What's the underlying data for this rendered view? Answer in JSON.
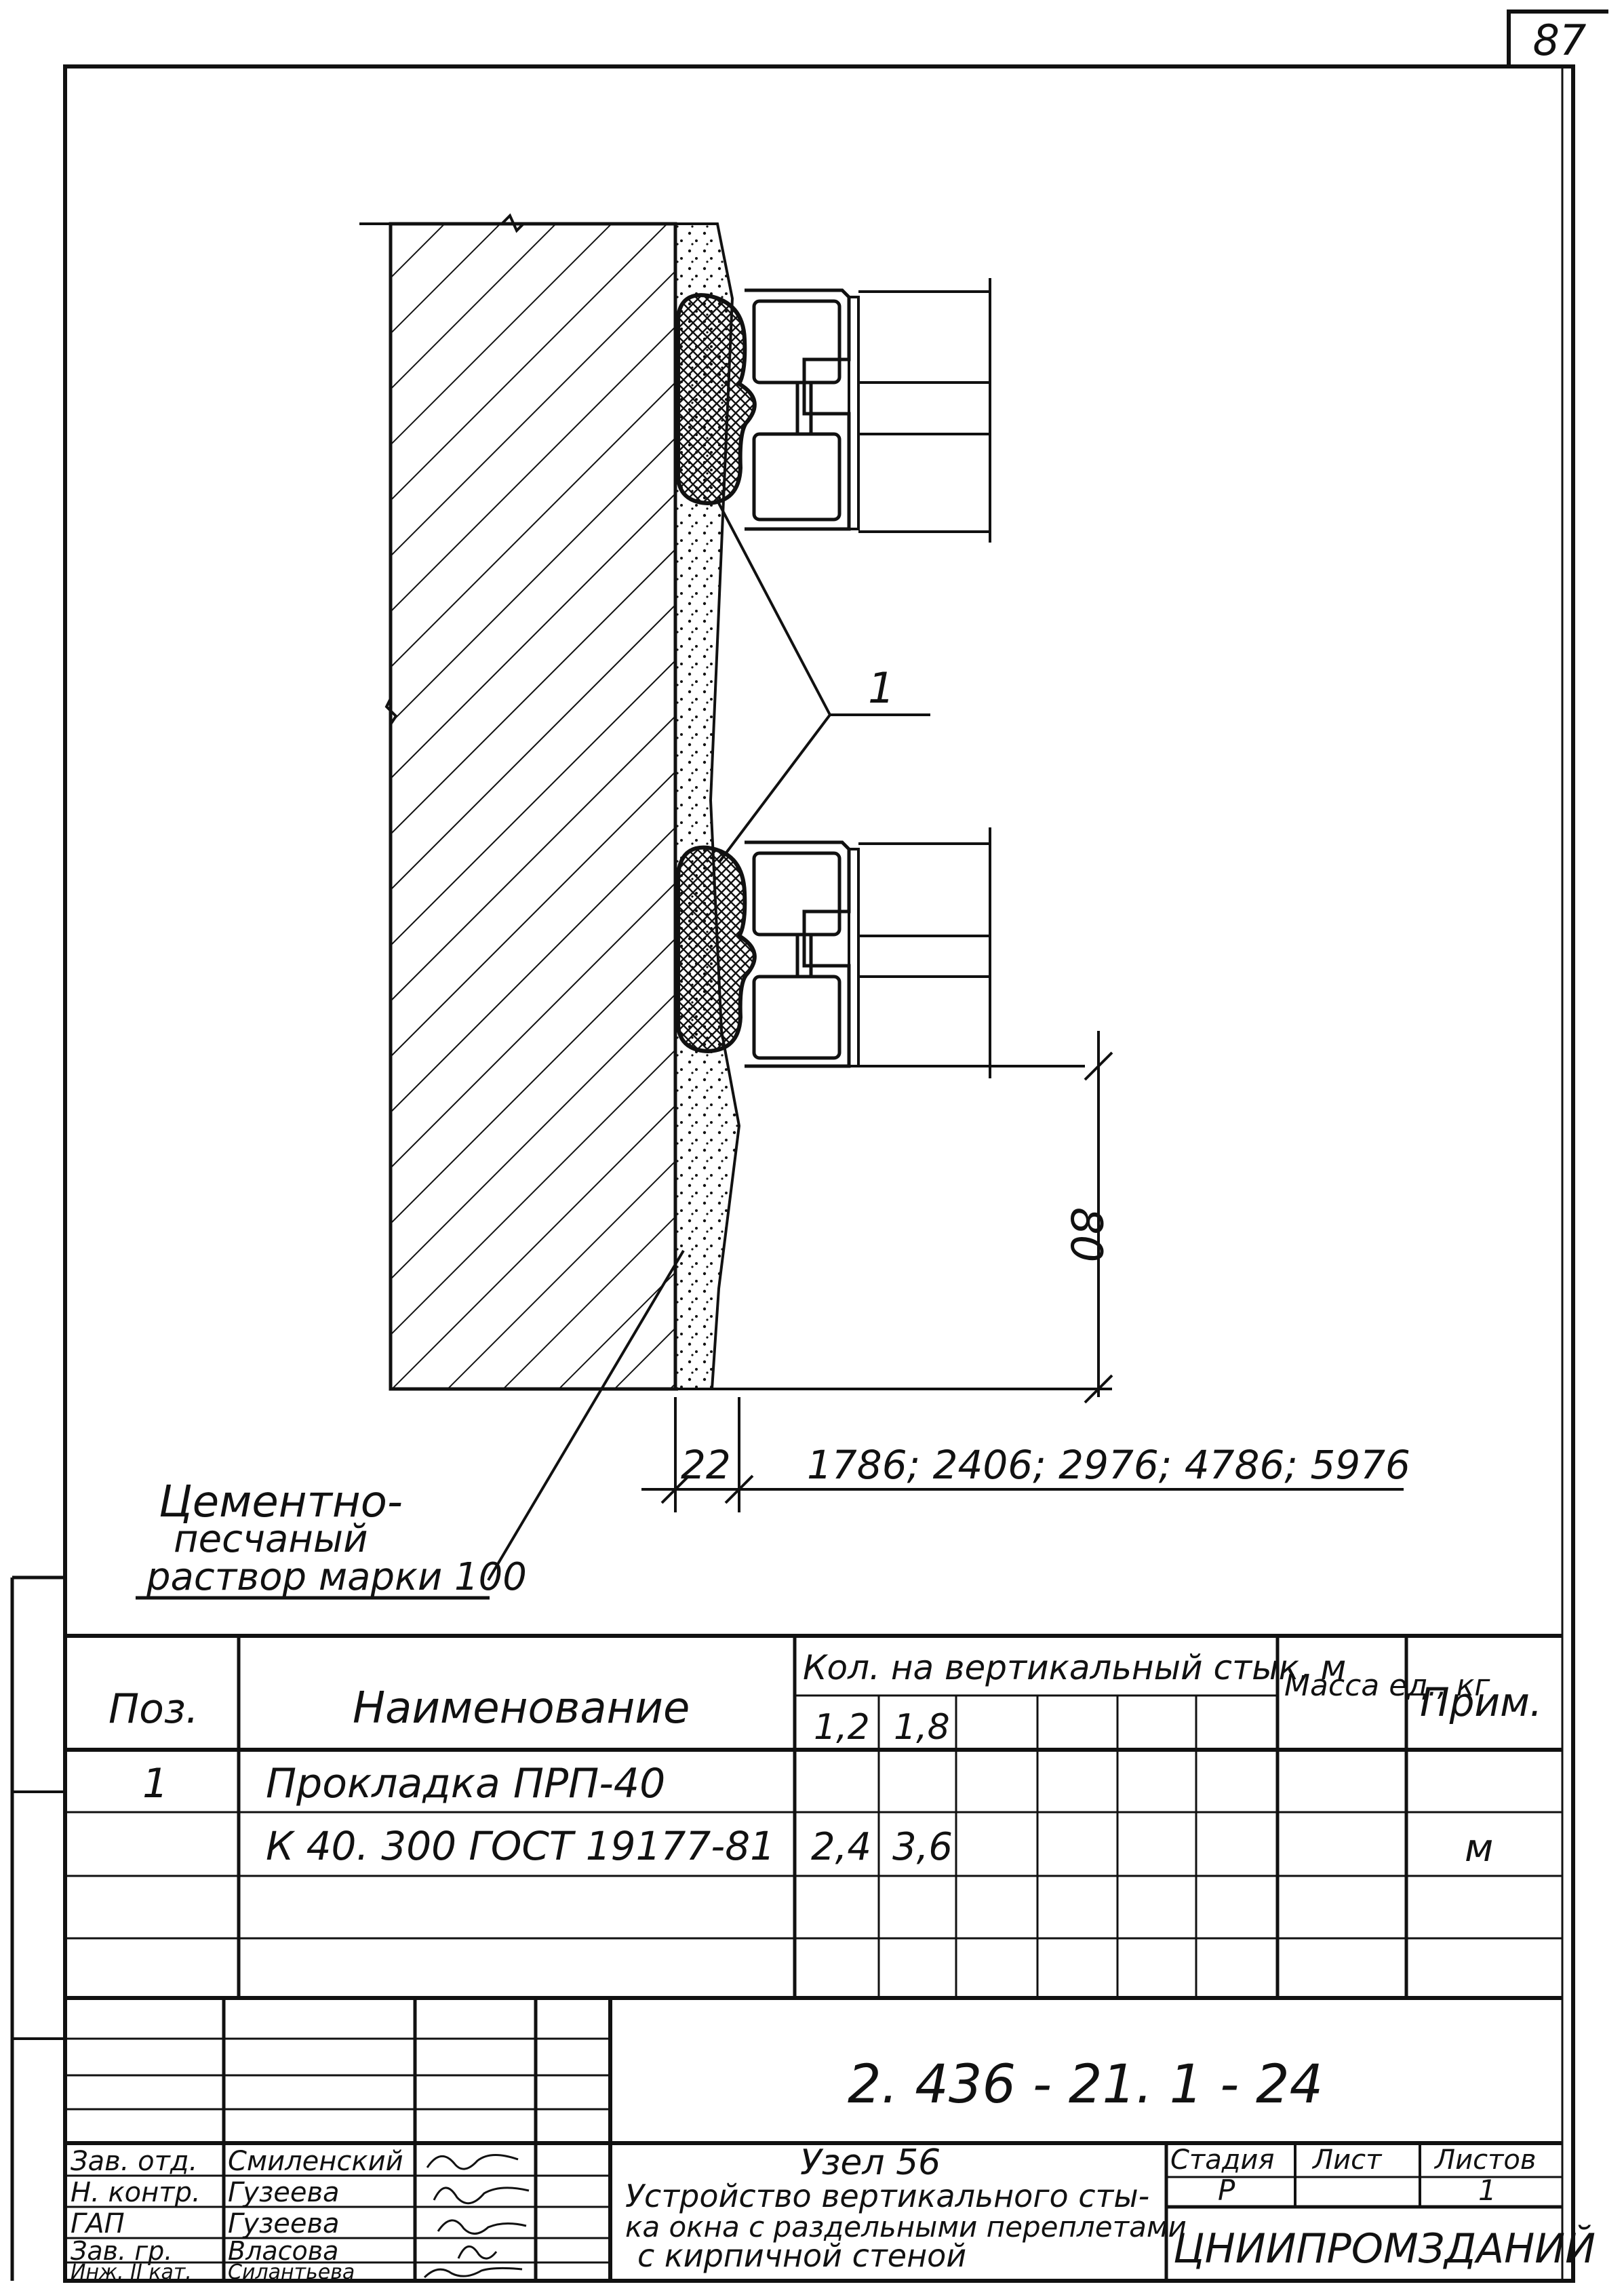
{
  "sheet_number": "87",
  "callout_label": "1",
  "dimensions": {
    "horizontal_left": "22",
    "horizontal_right": "1786; 2406; 2976; 4786; 5976",
    "vertical": "80"
  },
  "material_note": {
    "line1": "Цементно-",
    "line2": "песчаный",
    "line3": "раствор марки 100"
  },
  "spec_table": {
    "headers": {
      "pos": "Поз.",
      "name": "Наименование",
      "qty_title": "Кол. на вертикальный стык, м",
      "qty_col1": "1,2",
      "qty_col2": "1,8",
      "mass": "Масса ед., кг",
      "note": "Прим."
    },
    "rows": [
      {
        "pos": "1",
        "name": "Прокладка ПРП-40",
        "q1": "",
        "q2": "",
        "note": ""
      },
      {
        "pos": "",
        "name": "К 40. 300 ГОСТ 19177-81",
        "q1": "2,4",
        "q2": "3,6",
        "note": "м"
      }
    ]
  },
  "title_block": {
    "doc_code": "2. 436 - 21. 1 - 24",
    "node_title": "Узел 56",
    "description_lines": [
      "Устройство вертикального сты-",
      "ка окна с раздельными переплетами",
      "с кирпичной стеной"
    ],
    "stage_label": "Стадия",
    "sheet_label": "Лист",
    "sheets_label": "Листов",
    "stage_value": "Р",
    "sheets_value": "1",
    "organization": "ЦНИИПРОМЗДАНИЙ",
    "signatures": [
      {
        "role": "Зав. отд.",
        "name": "Смиленский"
      },
      {
        "role": "Н. контр.",
        "name": "Гузеева"
      },
      {
        "role": "ГАП",
        "name": "Гузеева"
      },
      {
        "role": "Зав. гр.",
        "name": "Власова"
      },
      {
        "role": "Инж. II кат.",
        "name": "Силантьева"
      }
    ]
  }
}
